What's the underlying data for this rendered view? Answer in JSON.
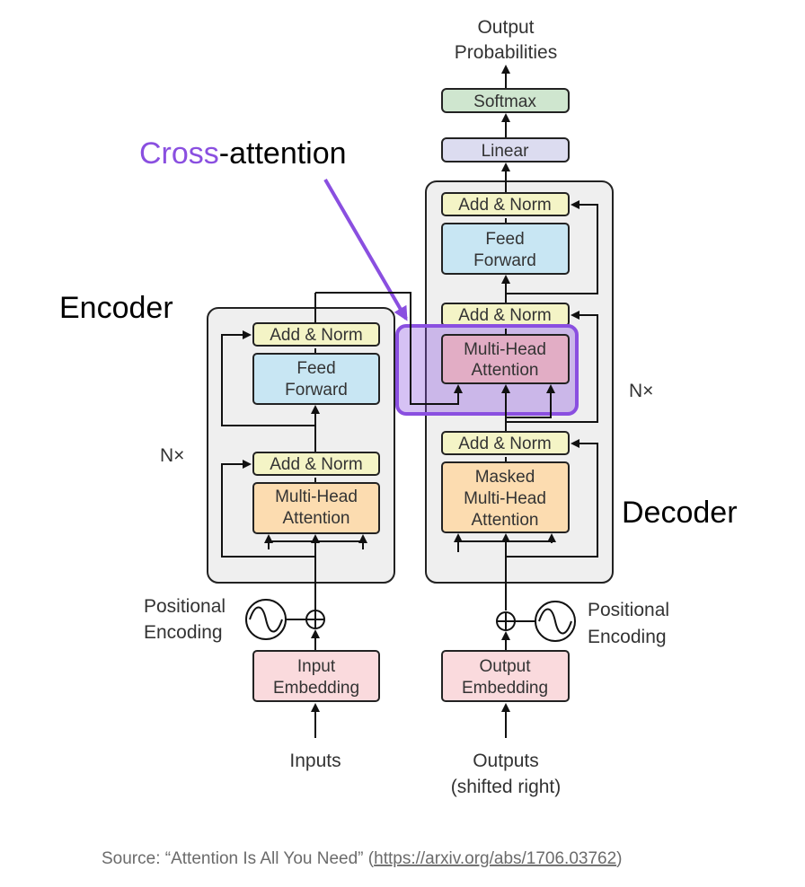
{
  "title": {
    "prefix": "Cross",
    "suffix": "-attention"
  },
  "labels": {
    "encoder": "Encoder",
    "decoder": "Decoder",
    "enc_nx": "N×",
    "dec_nx": "N×",
    "inputs": "Inputs",
    "outputs_l1": "Outputs",
    "outputs_l2": "(shifted right)",
    "out_prob_l1": "Output",
    "out_prob_l2": "Probabilities",
    "pos_enc_left_l1": "Positional",
    "pos_enc_left_l2": "Encoding",
    "pos_enc_right_l1": "Positional",
    "pos_enc_right_l2": "Encoding"
  },
  "blocks": {
    "softmax": "Softmax",
    "linear": "Linear",
    "dec_addnorm_top": "Add & Norm",
    "dec_ff_l1": "Feed",
    "dec_ff_l2": "Forward",
    "dec_addnorm_mid": "Add & Norm",
    "dec_mha_l1": "Multi-Head",
    "dec_mha_l2": "Attention",
    "dec_addnorm_bot": "Add & Norm",
    "dec_masked_l1": "Masked",
    "dec_masked_l2": "Multi-Head",
    "dec_masked_l3": "Attention",
    "enc_addnorm_top": "Add & Norm",
    "enc_ff_l1": "Feed",
    "enc_ff_l2": "Forward",
    "enc_addnorm_bot": "Add & Norm",
    "enc_mha_l1": "Multi-Head",
    "enc_mha_l2": "Attention",
    "input_emb_l1": "Input",
    "input_emb_l2": "Embedding",
    "output_emb_l1": "Output",
    "output_emb_l2": "Embedding"
  },
  "source": {
    "prefix": "Source: “Attention Is All You Need” (",
    "url": "https://arxiv.org/abs/1706.03762",
    "suffix": ")"
  },
  "colors": {
    "highlight": "#8a4fe0",
    "addnorm": "#f4f4c6",
    "feedforward": "#c8e6f3",
    "attention": "#fcdcb0",
    "embedding": "#fadadd",
    "softmax": "#cfe6cf",
    "linear": "#dcdcf0",
    "stack_bg": "#efefef"
  }
}
